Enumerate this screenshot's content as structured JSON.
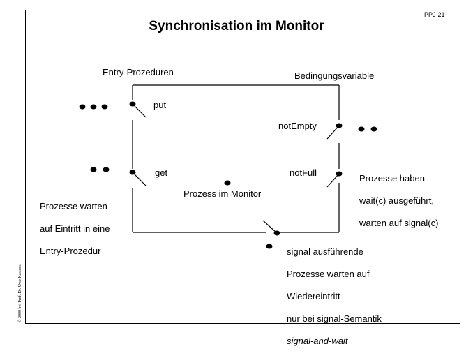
{
  "page_id": "PPJ-21",
  "title": "Synchronisation im Monitor",
  "copyright": "© 2000 bei Prof. Dr. Uwe Kastens",
  "labels": {
    "entry_prozeduren": "Entry-Prozeduren",
    "bedingungsvariable": "Bedingungsvariable",
    "put": "put",
    "get": "get",
    "not_empty": "notEmpty",
    "not_full": "notFull",
    "prozess_im_monitor": "Prozess im Monitor"
  },
  "notes": {
    "warten_auf_eintritt": [
      "Prozesse warten",
      "auf Eintritt in eine",
      "Entry-Prozedur"
    ],
    "prozesse_haben": [
      "Prozesse haben",
      "wait(c) ausgeführt,",
      "warten auf signal(c)"
    ],
    "signal_ausfuehrende": [
      "signal ausführende",
      "Prozesse warten auf",
      "Wiedereintritt -",
      "nur bei signal-Semantik"
    ],
    "signal_and_wait": "signal-and-wait"
  }
}
